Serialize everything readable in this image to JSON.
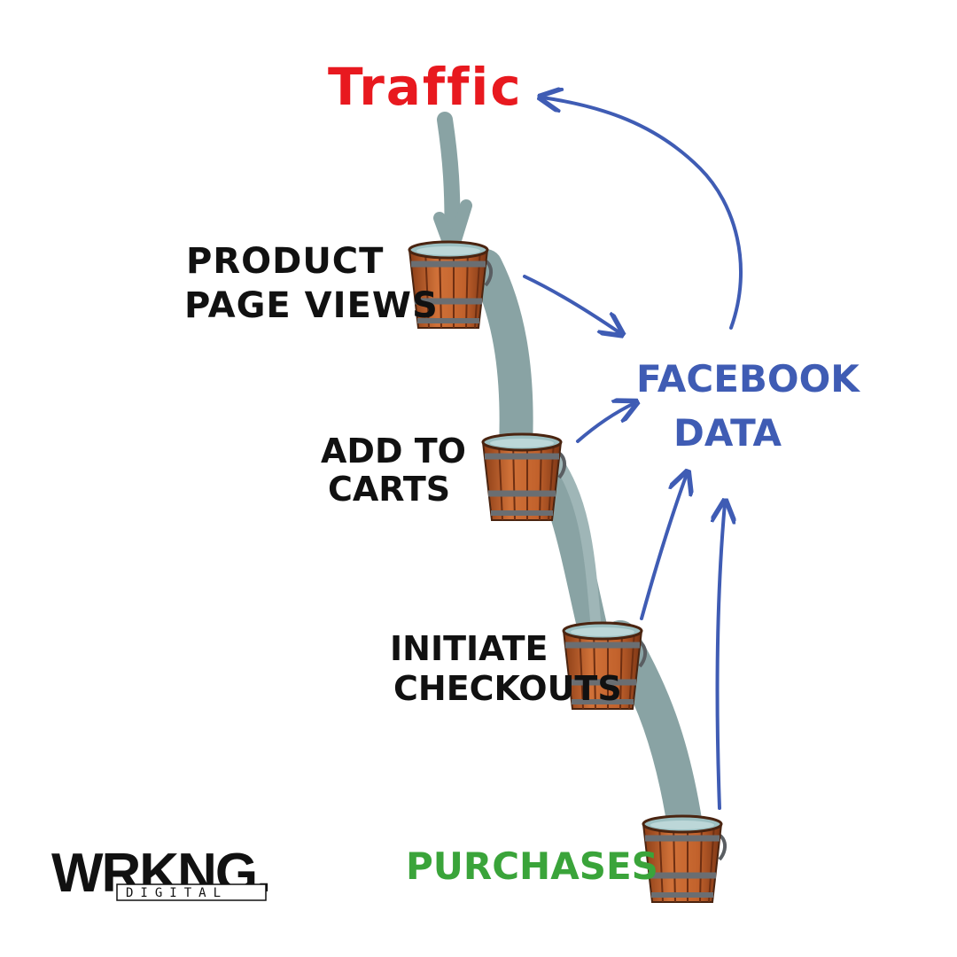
{
  "colors": {
    "traffic": "#e8191f",
    "facebook": "#3f5cb4",
    "labels": "#111111",
    "purchases": "#3aa43a",
    "stream": "#89a3a4",
    "bucket_wood": "#c0602b",
    "bucket_band": "#6a6e72"
  },
  "labels": {
    "traffic": "Traffic",
    "product_line1": "PRODUCT",
    "product_line2": "PAGE VIEWS",
    "cart_line1": "ADD TO",
    "cart_line2": "CARTS",
    "checkout_line1": "INITIATE",
    "checkout_line2": "CHECKOUTS",
    "purchases": "PURCHASES",
    "facebook_line1": "FACEBOOK",
    "facebook_line2": "DATA"
  },
  "logo": {
    "main": "WRKNG.",
    "sub": "DIGITAL"
  }
}
